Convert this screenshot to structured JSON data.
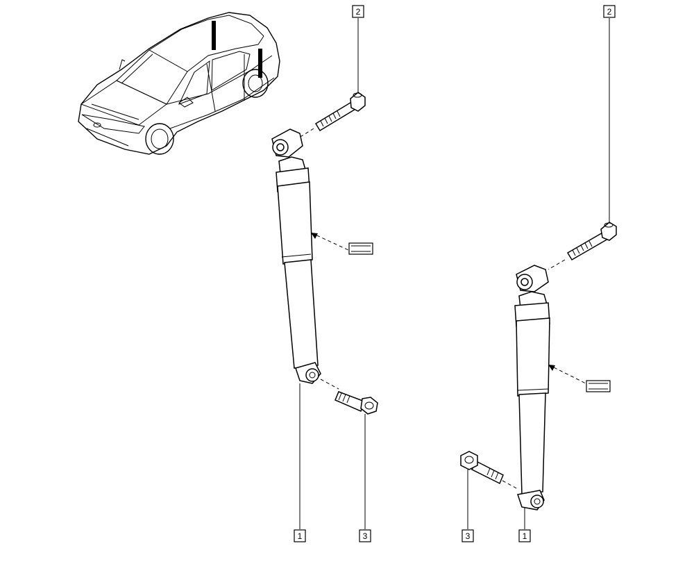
{
  "callouts": {
    "left_damper": "1",
    "left_upper_bolt": "2",
    "left_lower_bolt": "3",
    "right_damper": "1",
    "right_upper_bolt": "2",
    "right_lower_bolt": "3"
  },
  "colors": {
    "line": "#000000",
    "background": "#ffffff"
  }
}
